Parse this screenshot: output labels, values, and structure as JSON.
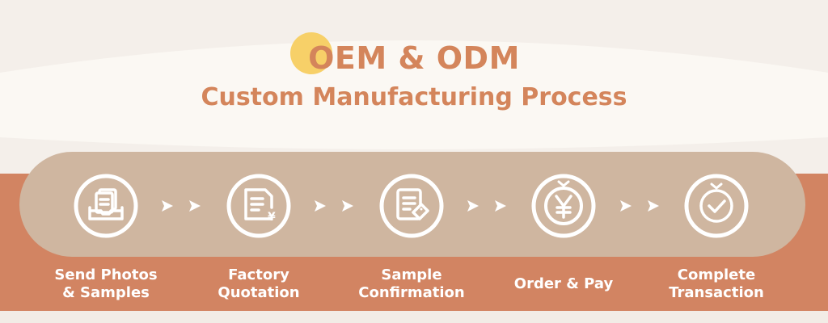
{
  "header": {
    "title": "OEM & ODM",
    "subtitle": "Custom Manufacturing Process"
  },
  "colors": {
    "background": "#f4efea",
    "arc": "#fbf8f3",
    "band": "#d28462",
    "band_bottom": "#f2ece6",
    "pill": "#cfb6a0",
    "accent": "#d4855b",
    "sun": "#f7d068",
    "white": "#ffffff"
  },
  "steps": [
    {
      "label": "Send Photos\n& Samples",
      "icon": "document-tray-icon"
    },
    {
      "label": "Factory\nQuotation",
      "icon": "invoice-yen-icon"
    },
    {
      "label": "Sample\nConfirmation",
      "icon": "document-tag-icon"
    },
    {
      "label": "Order & Pay",
      "icon": "yen-coin-icon"
    },
    {
      "label": "Complete\nTransaction",
      "icon": "check-badge-icon"
    }
  ]
}
